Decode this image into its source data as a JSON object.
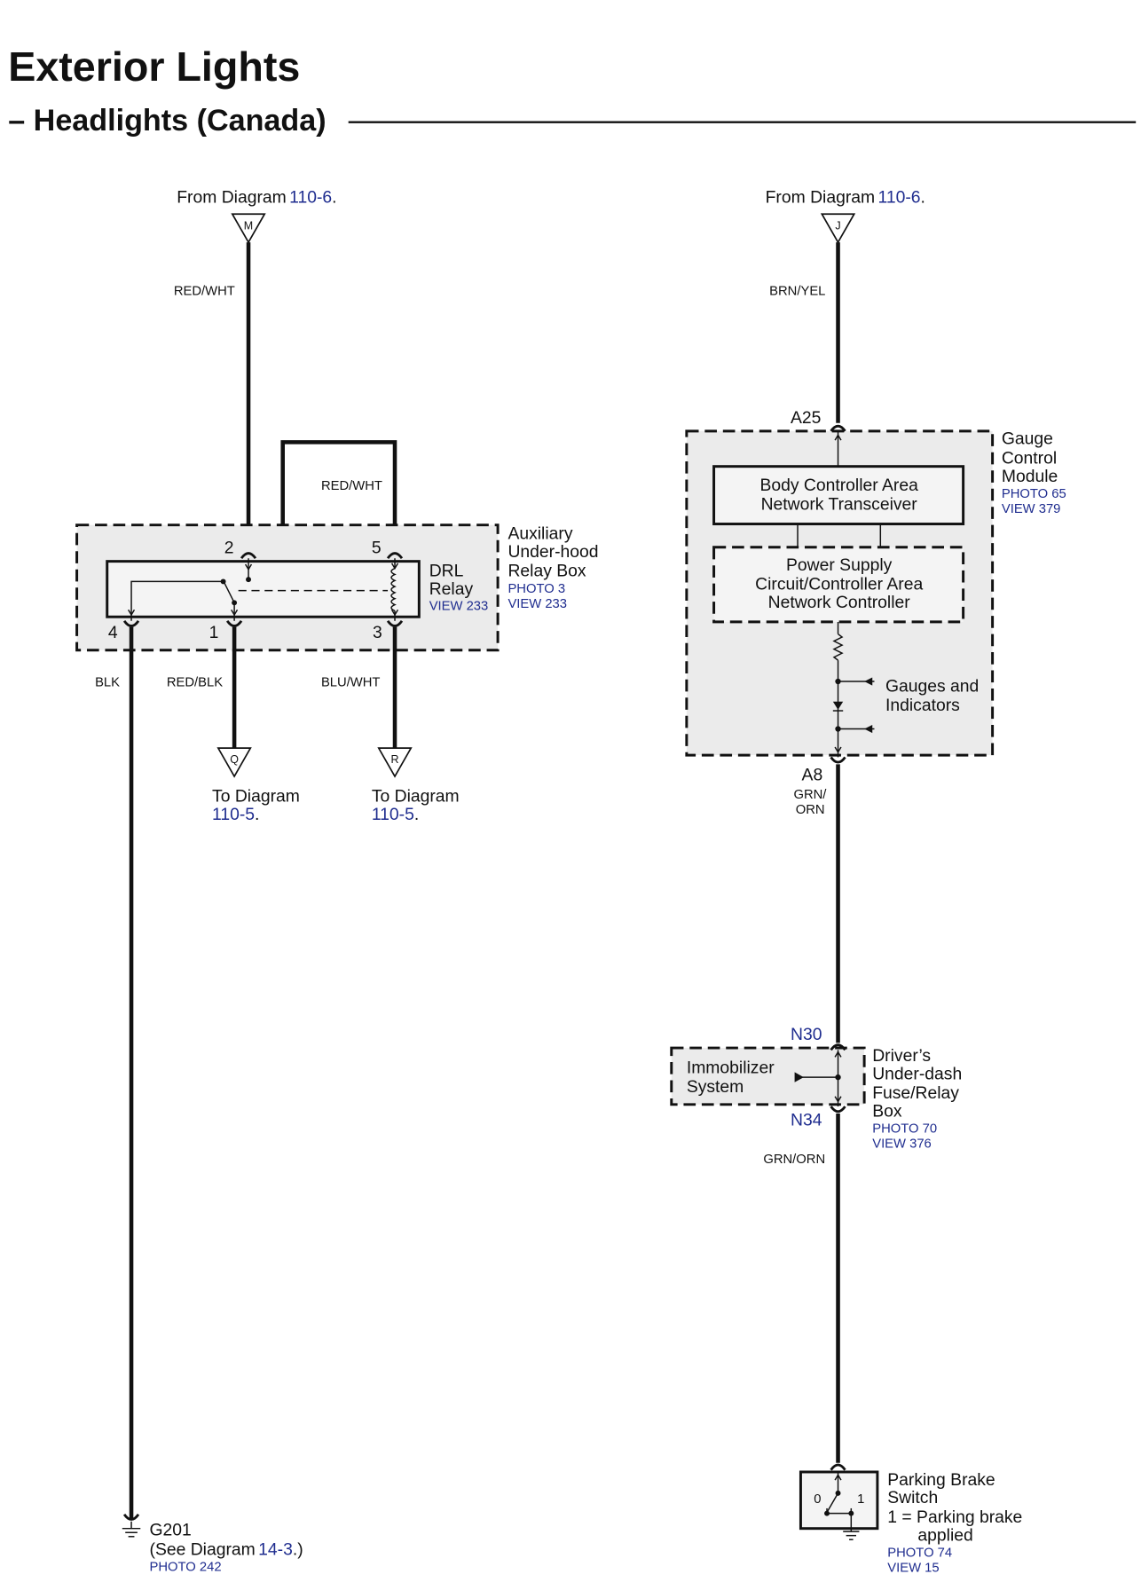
{
  "title": "Exterior Lights",
  "subtitle": "– Headlights (Canada)",
  "colors": {
    "reference": "#1f2d8f",
    "box_fill": "#ebebeb",
    "wire": "#111111"
  },
  "left": {
    "from_diagram": {
      "text": "From Diagram",
      "ref": "110-6",
      "end": "."
    },
    "connector_in": "M",
    "wire_in": "RED/WHT",
    "wire_loop": "RED/WHT",
    "relay": {
      "name": [
        "DRL",
        "Relay"
      ],
      "view": "VIEW 233",
      "pins": [
        "2",
        "5",
        "4",
        "1",
        "3"
      ]
    },
    "relay_box": {
      "name": [
        "Auxiliary",
        "Under-hood",
        "Relay Box"
      ],
      "photo": "PHOTO 3",
      "view": "VIEW 233"
    },
    "wire_pin4": "BLK",
    "wire_pin1": "RED/BLK",
    "wire_pin3": "BLU/WHT",
    "to_q": {
      "connector": "Q",
      "text": "To Diagram",
      "ref": "110-5",
      "end": "."
    },
    "to_r": {
      "connector": "R",
      "text": "To Diagram",
      "ref": "110-5",
      "end": "."
    },
    "ground": {
      "name": "G201",
      "see": "(See Diagram",
      "see_ref": "14-3",
      "see_end": ".)",
      "photo": "PHOTO 242"
    }
  },
  "right": {
    "from_diagram": {
      "text": "From Diagram",
      "ref": "110-6",
      "end": "."
    },
    "connector_in": "J",
    "wire_in": "BRN/YEL",
    "gauge_module": {
      "pin_in": "A25",
      "pin_out": "A8",
      "name": [
        "Gauge",
        "Control",
        "Module"
      ],
      "photo": "PHOTO 65",
      "view": "VIEW 379",
      "transceiver": [
        "Body Controller Area",
        "Network Transceiver"
      ],
      "controller": [
        "Power Supply",
        "Circuit/Controller Area",
        "Network Controller"
      ],
      "gauges": [
        "Gauges and",
        "Indicators"
      ]
    },
    "wire_a8": [
      "GRN/",
      "ORN"
    ],
    "fuse_box": {
      "pin_in": "N30",
      "pin_out": "N34",
      "name": [
        "Driver’s",
        "Under-dash",
        "Fuse/Relay",
        "Box"
      ],
      "photo": "PHOTO 70",
      "view": "VIEW 376",
      "immobilizer": [
        "Immobilizer",
        "System"
      ]
    },
    "wire_n34": "GRN/ORN",
    "parking_brake": {
      "pos_off": "0",
      "pos_on": "1",
      "name": [
        "Parking Brake",
        "Switch"
      ],
      "note": [
        "1 = Parking brake",
        "applied"
      ],
      "photo": "PHOTO 74",
      "view": "VIEW 15"
    }
  }
}
